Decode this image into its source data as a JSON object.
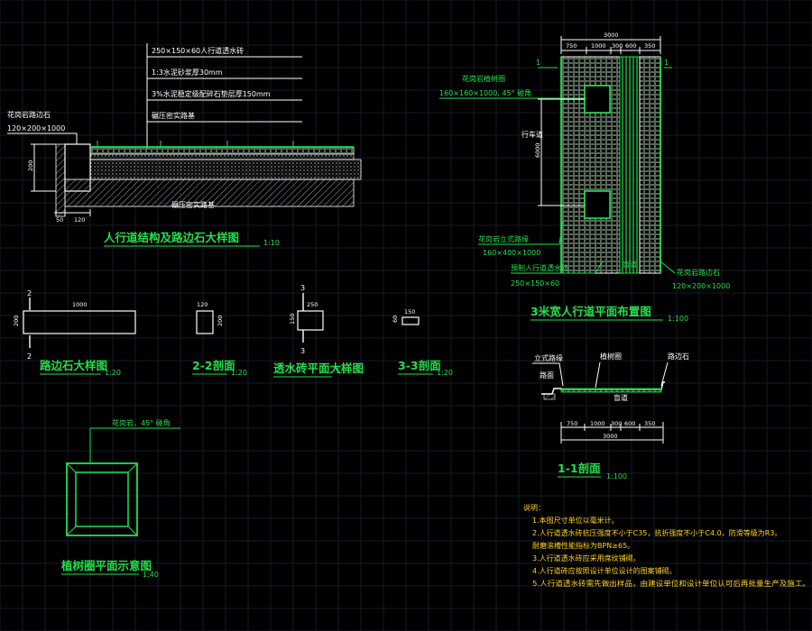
{
  "sections": {
    "main_title": "人行道结构及路边石大样图",
    "main_scale": "1:10",
    "plan_title": "3米宽人行道平面布置图",
    "plan_scale": "1:100",
    "curb_title": "路边石大样图",
    "curb_scale": "1:20",
    "sec22_title": "2-2剖面",
    "sec22_scale": "1:20",
    "brick_title": "透水砖平面大样图",
    "brick_scale": "1:20",
    "sec33_title": "3-3剖面",
    "sec33_scale": "1:20",
    "sec11_title": "1-1剖面",
    "sec11_scale": "1:100",
    "tree_title": "植树圈平面示意图",
    "tree_scale": "1:40"
  },
  "structure": {
    "layers": [
      "250×150×60人行道透水砖",
      "1:3水泥砂浆厚30mm",
      "3%水泥稳定级配碎石垫层厚150mm",
      "碾压密实路基"
    ],
    "curb_label": "花岗岩路边石",
    "curb_spec": "120×200×1000",
    "subgrade": "碾压密实路基",
    "dim_height": "200",
    "dim_a": "50",
    "dim_b": "120"
  },
  "plan": {
    "dim_total": "3000",
    "dims": [
      "750",
      "1000",
      "300",
      "600",
      "350"
    ],
    "mark": "1",
    "tree_label": "花岗岩植树圈",
    "tree_spec": "160×160×1000, 45° 碰角",
    "spacing": "6000",
    "road_label": "行车道",
    "kerb_label": "花岗岩立式路缘",
    "kerb_spec": "160×400×1000",
    "brick_label": "预制人行道透水砖",
    "brick_spec": "250×150×60",
    "blind_label": "盲道",
    "edge_label": "花岗岩路边石",
    "edge_spec": "120×200×1000"
  },
  "details": {
    "curb_len": "1000",
    "curb_h": "200",
    "cut": "2",
    "sec22_w": "120",
    "sec22_h": "200",
    "brick_w": "250",
    "brick_h": "150",
    "brick_cut": "3",
    "sec33_w": "150",
    "sec33_h": "60"
  },
  "section11": {
    "kerb": "立式路缘",
    "road": "路面",
    "tree": "植树圈",
    "edge": "路边石",
    "blind": "盲道",
    "dims": [
      "750",
      "1000",
      "300",
      "600",
      "350"
    ],
    "total": "3000"
  },
  "tree_detail": {
    "label": "花岗岩，45° 碰角"
  },
  "notes": {
    "heading": "说明：",
    "items": [
      "1.本图尺寸单位以毫米计。",
      "2.人行道透水砖抗压强度不小于C35，抗折强度不小于C4.0，防滑等级为R3。",
      "  耐磨滚槽性能指标为BPN≥65。",
      "3.人行道透水砖应采用席纹铺砌。",
      "4.人行道砖应按照设计单位设计的图案铺砌。",
      "5.人行道透水砖需先做出样品，由建设单位和设计单位认可后再批量生产及施工。"
    ]
  },
  "colors": {
    "background": "#000000",
    "line": "#ffffff",
    "accent": "#22e04a",
    "note": "#ffd21f"
  }
}
